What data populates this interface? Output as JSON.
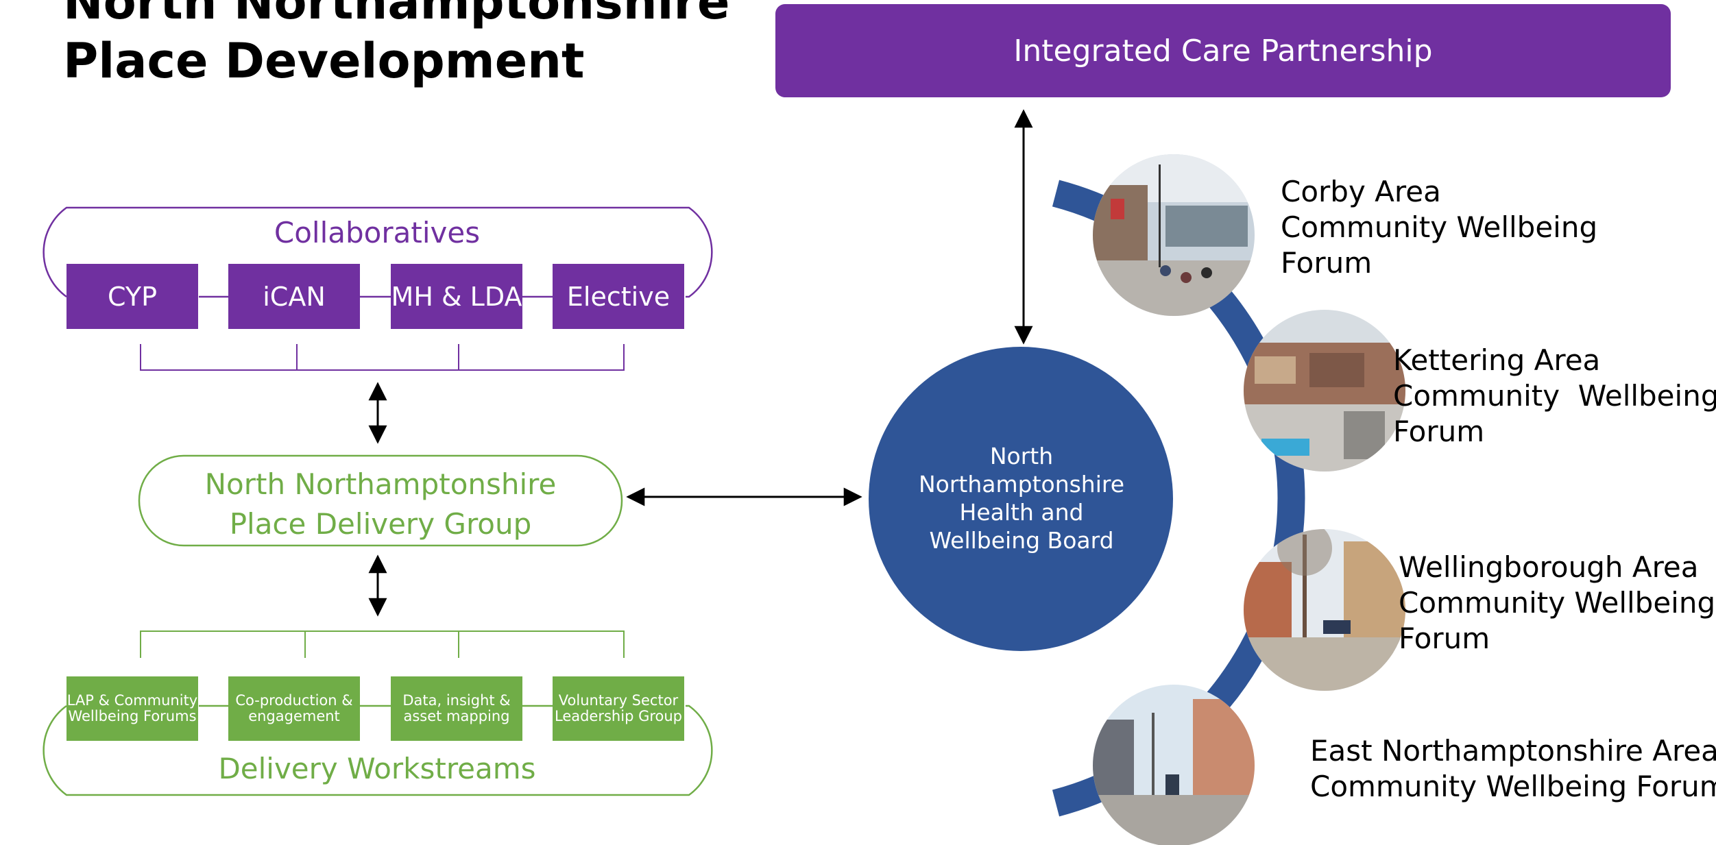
{
  "title": {
    "line1": "North Northamptonshire",
    "line2": "Place Development"
  },
  "integrated_care_partnership": {
    "label": "Integrated Care Partnership"
  },
  "collaboratives": {
    "label": "Collaboratives",
    "items": [
      "CYP",
      "iCAN",
      "MH & LDA",
      "Elective"
    ]
  },
  "place_delivery_group": {
    "line1": "North Northamptonshire",
    "line2": "Place Delivery Group"
  },
  "delivery_workstreams": {
    "label": "Delivery Workstreams",
    "items": [
      {
        "line1": "LAP & Community",
        "line2": "Wellbeing Forums"
      },
      {
        "line1": "Co-production &",
        "line2": "engagement"
      },
      {
        "line1": "Data, insight &",
        "line2": "asset mapping"
      },
      {
        "line1": "Voluntary Sector",
        "line2": "Leadership Group"
      }
    ]
  },
  "health_wellbeing_board": {
    "line1": "North",
    "line2": "Northamptonshire",
    "line3": "Health and",
    "line4": "Wellbeing Board"
  },
  "forums": [
    {
      "line1": "Corby Area",
      "line2": "Community Wellbeing",
      "line3": "Forum",
      "photo": "corby-street-photo"
    },
    {
      "line1": "Kettering Area",
      "line2": "Community  Wellbeing",
      "line3": "Forum",
      "photo": "kettering-aerial-photo"
    },
    {
      "line1": "Wellingborough Area",
      "line2": "Community Wellbeing",
      "line3": "Forum",
      "photo": "wellingborough-street-photo"
    },
    {
      "line1": "East Northamptonshire Area",
      "line2": "Community Wellbeing Forum",
      "photo": "east-northants-street-photo"
    }
  ],
  "colors": {
    "purple": "#7030A0",
    "green": "#70AD47",
    "blue": "#2F5597",
    "white": "#FFFFFF",
    "black": "#000000"
  }
}
